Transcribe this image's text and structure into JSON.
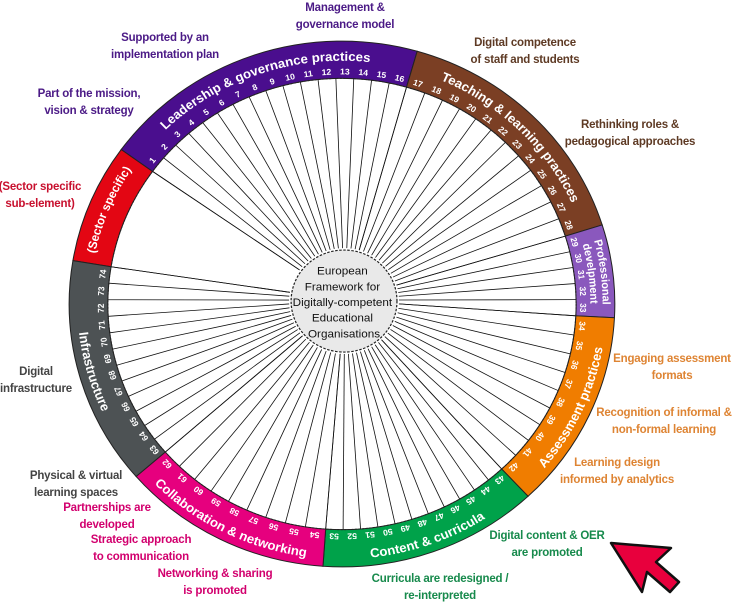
{
  "center_title": [
    "European",
    "Framework for",
    "Digitally-competent",
    "Educational",
    "Organisations"
  ],
  "segments": [
    {
      "id": "sector",
      "title": "(Sector specific)",
      "color": "#e30613",
      "items": []
    },
    {
      "id": "leadership",
      "title": "Leadership & governance practices",
      "color": "#4a0e8e",
      "items": [
        1,
        2,
        3,
        4,
        5,
        6,
        7,
        8,
        9,
        10,
        11,
        12,
        13,
        14,
        15,
        16
      ]
    },
    {
      "id": "teaching",
      "title": "Teaching & learning practices",
      "color": "#7b3f24",
      "items": [
        17,
        18,
        19,
        20,
        21,
        22,
        23,
        24,
        25,
        26,
        27,
        28
      ]
    },
    {
      "id": "professional",
      "title": [
        "Professional",
        "develpment"
      ],
      "color": "#8a58bd",
      "items": [
        29,
        30,
        31,
        32,
        33
      ]
    },
    {
      "id": "assessment",
      "title": "Assessment practices",
      "color": "#f07d00",
      "items": [
        34,
        35,
        36,
        37,
        38,
        39,
        40,
        41,
        42
      ]
    },
    {
      "id": "content",
      "title": "Content & curricula",
      "color": "#00a24a",
      "items": [
        43,
        44,
        45,
        46,
        47,
        48,
        49,
        50,
        51,
        52,
        53
      ]
    },
    {
      "id": "collaboration",
      "title": "Collaboration & networking",
      "color": "#e6007e",
      "items": [
        54,
        55,
        56,
        57,
        58,
        59,
        60,
        61,
        62
      ]
    },
    {
      "id": "infrastructure",
      "title": "Infrastructure",
      "color": "#4d5254",
      "items": [
        63,
        64,
        65,
        66,
        67,
        68,
        69,
        70,
        71,
        72,
        73,
        74
      ]
    }
  ],
  "sub_elements": {
    "management": [
      "Management &",
      "governance model"
    ],
    "implementation": [
      "Supported by an",
      "implementation plan"
    ],
    "mission": [
      "Part of the mission,",
      "vision & strategy"
    ],
    "sector": [
      "(Sector specific",
      "sub-element)"
    ],
    "digital_competence": [
      "Digital competence",
      "of staff and students"
    ],
    "roles": [
      "Rethinking roles &",
      "pedagogical approaches"
    ],
    "engaging": [
      "Engaging assessment",
      "formats"
    ],
    "recognition": [
      "Recognition of informal &",
      "non-formal learning"
    ],
    "learning_design": [
      "Learning design",
      "informed by analytics"
    ],
    "oer": [
      "Digital content & OER",
      "are promoted"
    ],
    "curricula": [
      "Curricula are redesigned /",
      "re-interpreted"
    ],
    "networking": [
      "Networking & sharing",
      "is promoted"
    ],
    "strategic": [
      "Strategic approach",
      "to communication"
    ],
    "partnerships": [
      "Partnerships are",
      "developed"
    ],
    "physical": [
      "Physical & virtual",
      "learning spaces"
    ],
    "digital_infra": [
      "Digital",
      "infrastructure"
    ]
  },
  "cursor": {
    "icon": "pointer-arrow-icon",
    "color": "#e8003d"
  }
}
